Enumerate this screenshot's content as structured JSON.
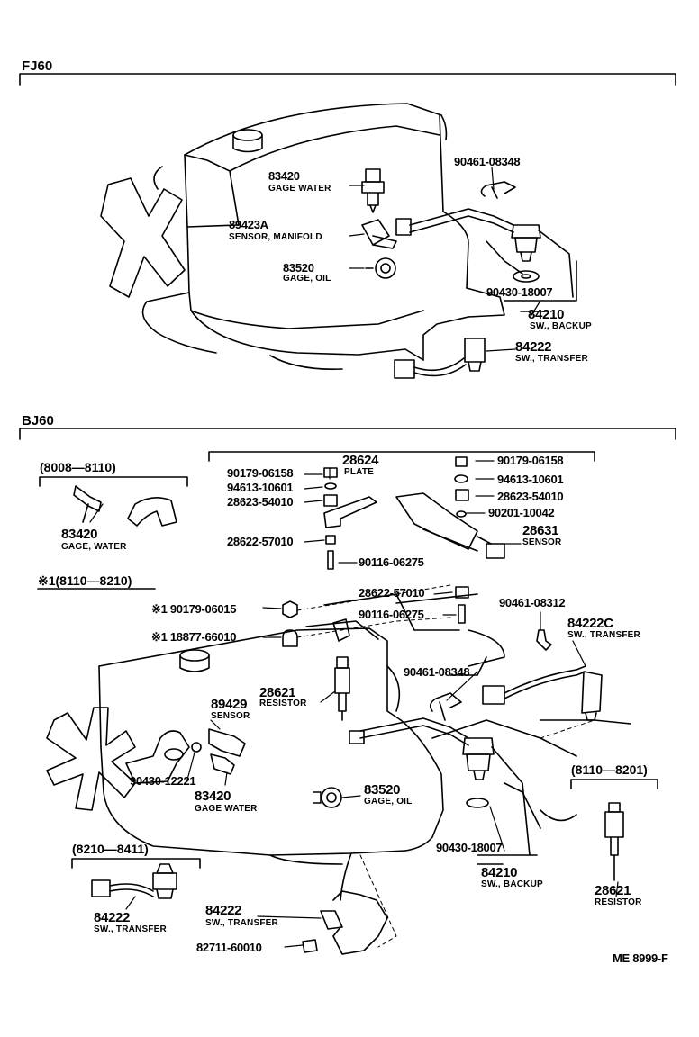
{
  "sections": {
    "fj60": "FJ60",
    "bj60": "BJ60"
  },
  "fj60": {
    "p83420": "83420",
    "p83420_name": "GAGE WATER",
    "p89423A": "89423A",
    "p89423A_name": "SENSOR, MANIFOLD",
    "p83520": "83520",
    "p83520_name": "GAGE, OIL",
    "p90461": "90461-08348",
    "p90430": "90430-18007",
    "p84210": "84210",
    "p84210_name": "SW., BACKUP",
    "p84222": "84222",
    "p84222_name": "SW., TRANSFER"
  },
  "bj60": {
    "range_a": "(8008—8110)",
    "a_83420": "83420",
    "a_83420_name": "GAGE, WATER",
    "plate_l1": "90179-06158",
    "plate_l2": "94613-10601",
    "plate_l3": "28623-54010",
    "plate_l4": "28622-57010",
    "p28624": "28624",
    "p28624_name": "PLATE",
    "plate_r1": "90179-06158",
    "plate_r2": "94613-10601",
    "plate_r3": "28623-54010",
    "plate_r4": "90201-10042",
    "p28631": "28631",
    "p28631_name": "SENSOR",
    "p90116_a": "90116-06275",
    "range_b": "※1(8110—8210)",
    "b_90179": "※1 90179-06015",
    "b_18877": "※1 18877-66010",
    "b_28622": "28622-57010",
    "b_90116": "90116-06275",
    "b_90461_a": "90461-08312",
    "b_84222C": "84222C",
    "b_84222C_name": "SW., TRANSFER",
    "b_90461_b": "90461-08348",
    "b_28621": "28621",
    "b_28621_name": "RESISTOR",
    "b_89429": "89429",
    "b_89429_name": "SENSOR",
    "b_90430_a": "90430-12221",
    "b_83420": "83420",
    "b_83420_name": "GAGE WATER",
    "b_83520": "83520",
    "b_83520_name": "GAGE, OIL",
    "range_c": "(8110—8201)",
    "c_28621": "28621",
    "c_28621_name": "RESISTOR",
    "b_90430_b": "90430-18007",
    "b_84210": "84210",
    "b_84210_name": "SW., BACKUP",
    "range_d": "(8210—8411)",
    "d_84222": "84222",
    "d_84222_name": "SW., TRANSFER",
    "b_84222": "84222",
    "b_84222_name": "SW., TRANSFER",
    "b_82711": "82711-60010"
  },
  "footer": {
    "code": "ME  8999-F"
  }
}
